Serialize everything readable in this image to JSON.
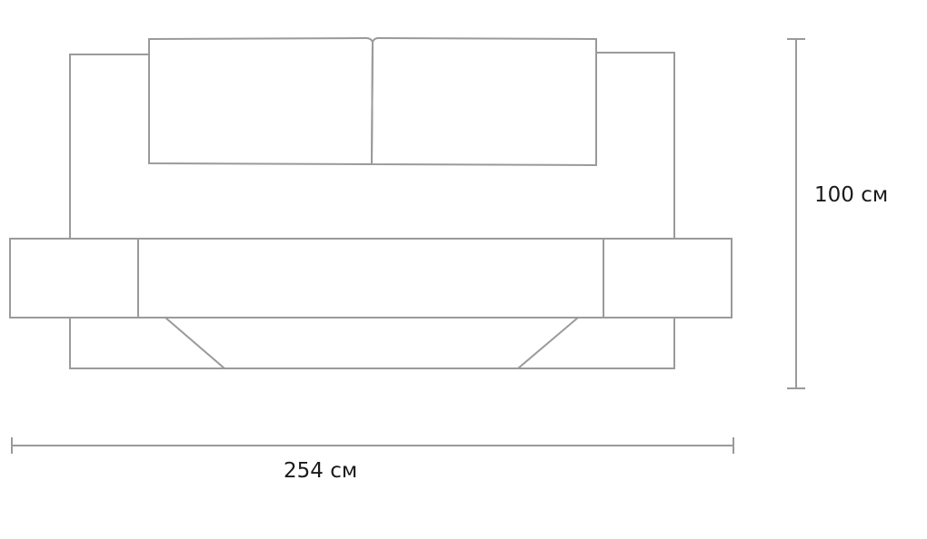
{
  "dimensions": {
    "width": {
      "value": 254,
      "unit": "см",
      "label": "254 см"
    },
    "height": {
      "value": 100,
      "unit": "см",
      "label": "100 см"
    }
  },
  "colors": {
    "outline": "#9a9a9a",
    "text": "#1a1a1a",
    "background": "#ffffff"
  }
}
